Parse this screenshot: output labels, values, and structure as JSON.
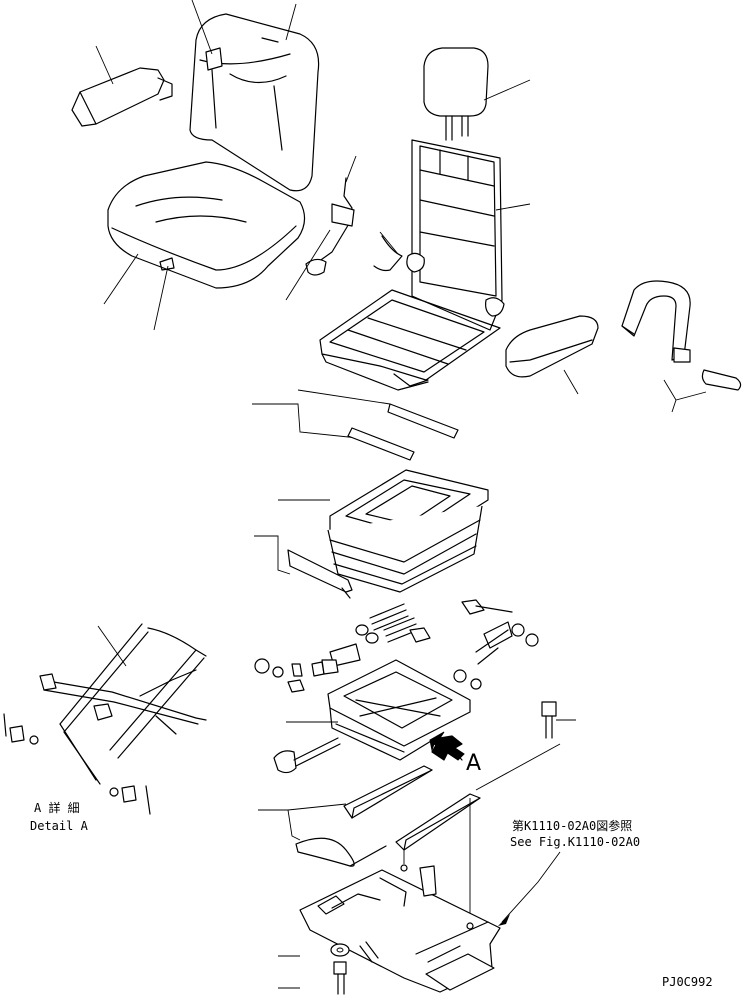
{
  "detail_label_jp": "A 詳 細",
  "detail_label_en": "Detail A",
  "view_marker": "A",
  "reference_jp": "第K1110-02A0図参照",
  "reference_en": "See Fig.K1110-02A0",
  "drawing_code": "PJ0C992"
}
